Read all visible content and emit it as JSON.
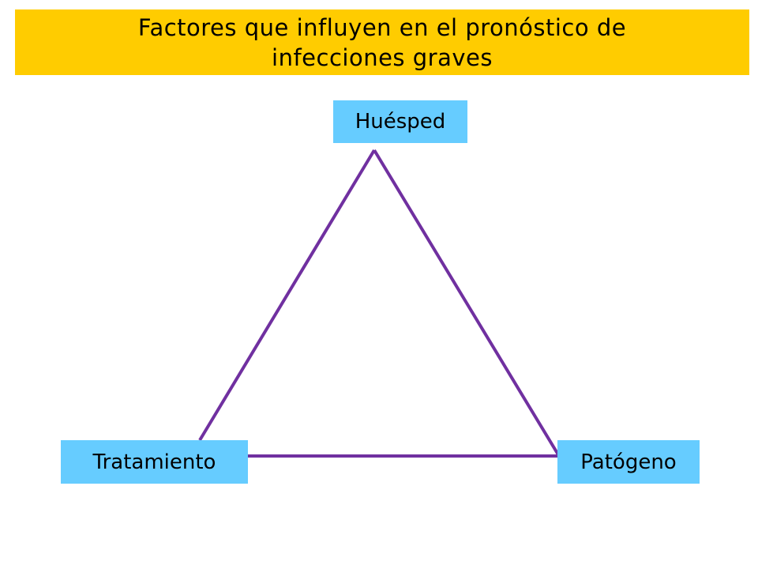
{
  "title": "Factores que influyen en el pronóstico de infecciones graves",
  "nodes": {
    "top": "Huésped",
    "bottom_left": "Tratamiento",
    "bottom_right": "Patógeno"
  },
  "colors": {
    "title_background": "#ffcc00",
    "node_background": "#66ccff",
    "edge": "#7030a0"
  }
}
